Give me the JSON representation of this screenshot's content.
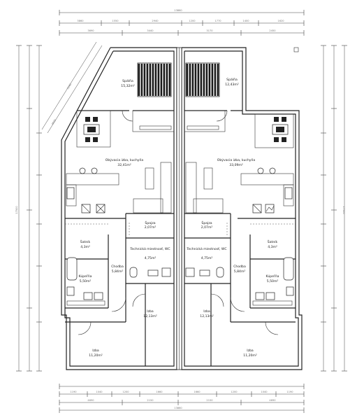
{
  "rooms": [
    {
      "id": "spalna-l",
      "name": "Spálňa",
      "area": "15,32m²"
    },
    {
      "id": "spalna-r",
      "name": "Spálňa",
      "area": "12,43m²"
    },
    {
      "id": "obyv-l",
      "name": "Obývacia izba, kuchyňa",
      "area": "32,41m²"
    },
    {
      "id": "obyv-r",
      "name": "Obývacia izba, kuchyňa",
      "area": "33,09m²"
    },
    {
      "id": "spajza-l",
      "name": "Špajza",
      "area": "2,07m²"
    },
    {
      "id": "spajza-r",
      "name": "Špajza",
      "area": "2,07m²"
    },
    {
      "id": "satnik-l",
      "name": "Šatník",
      "area": "4,3m²"
    },
    {
      "id": "satnik-r",
      "name": "Šatník",
      "area": "4,3m²"
    },
    {
      "id": "tech-l",
      "name": "Technická miestnosť, WC",
      "area": "4,75m²"
    },
    {
      "id": "tech-r",
      "name": "Technická miestnosť, WC",
      "area": "4,75m²"
    },
    {
      "id": "chodba-l",
      "name": "Chodba",
      "area": "5,84m²"
    },
    {
      "id": "chodba-r",
      "name": "Chodba",
      "area": "5,84m²"
    },
    {
      "id": "kupelna-l",
      "name": "Kúpeľňa",
      "area": "5,50m²"
    },
    {
      "id": "kupelna-r",
      "name": "Kúpeľňa",
      "area": "5,50m²"
    },
    {
      "id": "izba-l1",
      "name": "Izba",
      "area": "12,13m²"
    },
    {
      "id": "izba-r1",
      "name": "Izba",
      "area": "12,13m²"
    },
    {
      "id": "izba-l2",
      "name": "Izba",
      "area": "11,20m²"
    },
    {
      "id": "izba-r2",
      "name": "Izba",
      "area": "11,20m²"
    }
  ],
  "dimensions": {
    "top_total": "13860",
    "top_row2": [
      "3860",
      "1550",
      "2940",
      "1200",
      "1770",
      "1400",
      "1620"
    ],
    "top_row3": [
      "3690",
      "3440",
      "3170",
      "2450"
    ],
    "bottom_total": "13860",
    "bottom_row1": [
      "1190",
      "1040",
      "1200",
      "1660",
      "1170",
      "1660",
      "1200",
      "1040",
      "1190"
    ],
    "bottom_row2": [
      "4690",
      "2150",
      "2150",
      "4690"
    ],
    "left_total": "17500",
    "right_total": "17500",
    "diag": "5540",
    "diag2": "4600"
  }
}
